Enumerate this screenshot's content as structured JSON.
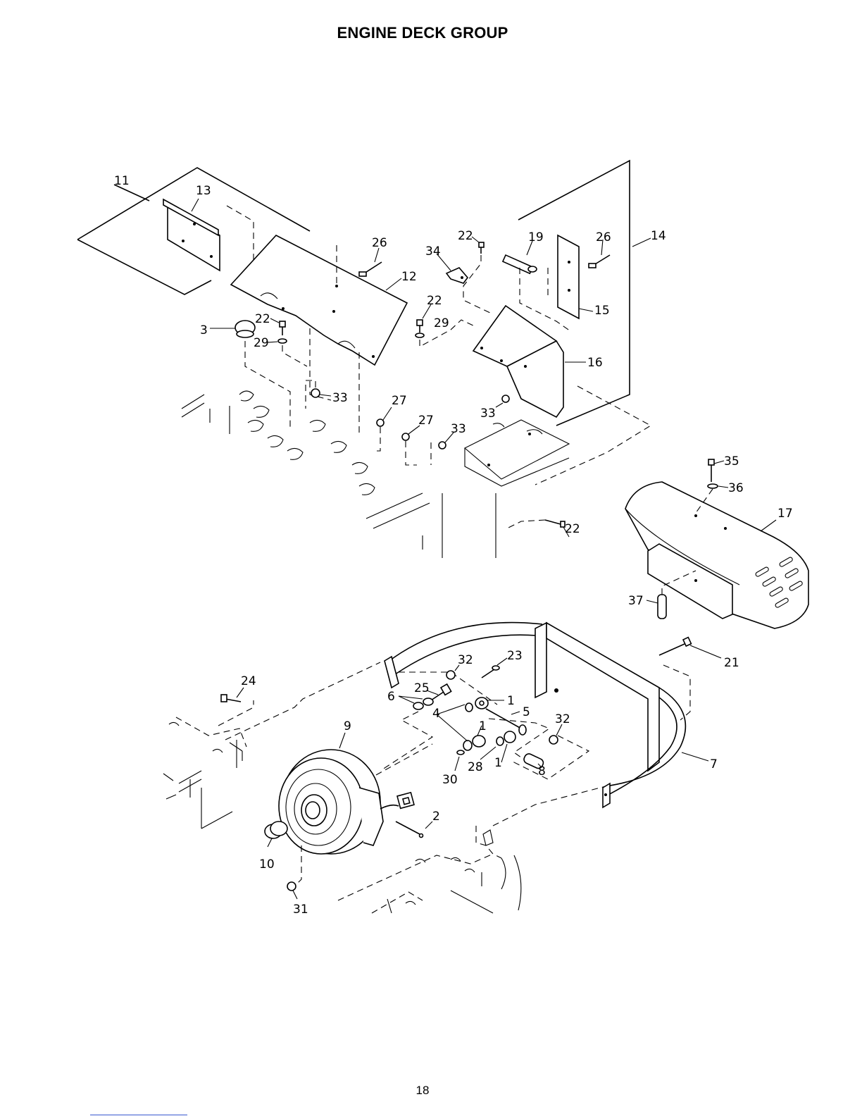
{
  "title": "ENGINE DECK GROUP",
  "page_number": "18",
  "callouts": [
    {
      "id": "c11",
      "text": "11"
    },
    {
      "id": "c13",
      "text": "13"
    },
    {
      "id": "c26a",
      "text": "26"
    },
    {
      "id": "c22a",
      "text": "22"
    },
    {
      "id": "c34",
      "text": "34"
    },
    {
      "id": "c19",
      "text": "19"
    },
    {
      "id": "c26b",
      "text": "26"
    },
    {
      "id": "c14",
      "text": "14"
    },
    {
      "id": "c12",
      "text": "12"
    },
    {
      "id": "c22b",
      "text": "22"
    },
    {
      "id": "c29a",
      "text": "29"
    },
    {
      "id": "c3",
      "text": "3"
    },
    {
      "id": "c22c",
      "text": "22"
    },
    {
      "id": "c29b",
      "text": "29"
    },
    {
      "id": "c15",
      "text": "15"
    },
    {
      "id": "c16",
      "text": "16"
    },
    {
      "id": "c33a",
      "text": "33"
    },
    {
      "id": "c27a",
      "text": "27"
    },
    {
      "id": "c33b",
      "text": "33"
    },
    {
      "id": "c27b",
      "text": "27"
    },
    {
      "id": "c33c",
      "text": "33"
    },
    {
      "id": "c35",
      "text": "35"
    },
    {
      "id": "c36",
      "text": "36"
    },
    {
      "id": "c17",
      "text": "17"
    },
    {
      "id": "c22d",
      "text": "22"
    },
    {
      "id": "c37",
      "text": "37"
    },
    {
      "id": "c32a",
      "text": "32"
    },
    {
      "id": "c23",
      "text": "23"
    },
    {
      "id": "c21",
      "text": "21"
    },
    {
      "id": "c24",
      "text": "24"
    },
    {
      "id": "c25",
      "text": "25"
    },
    {
      "id": "c6",
      "text": "6"
    },
    {
      "id": "c1a",
      "text": "1"
    },
    {
      "id": "c5",
      "text": "5"
    },
    {
      "id": "c4",
      "text": "4"
    },
    {
      "id": "c32b",
      "text": "32"
    },
    {
      "id": "c9",
      "text": "9"
    },
    {
      "id": "c1b",
      "text": "1"
    },
    {
      "id": "c28",
      "text": "28"
    },
    {
      "id": "c1c",
      "text": "1"
    },
    {
      "id": "c30",
      "text": "30"
    },
    {
      "id": "c8",
      "text": "8"
    },
    {
      "id": "c7",
      "text": "7"
    },
    {
      "id": "c2",
      "text": "2"
    },
    {
      "id": "c10",
      "text": "10"
    },
    {
      "id": "c31",
      "text": "31"
    }
  ]
}
